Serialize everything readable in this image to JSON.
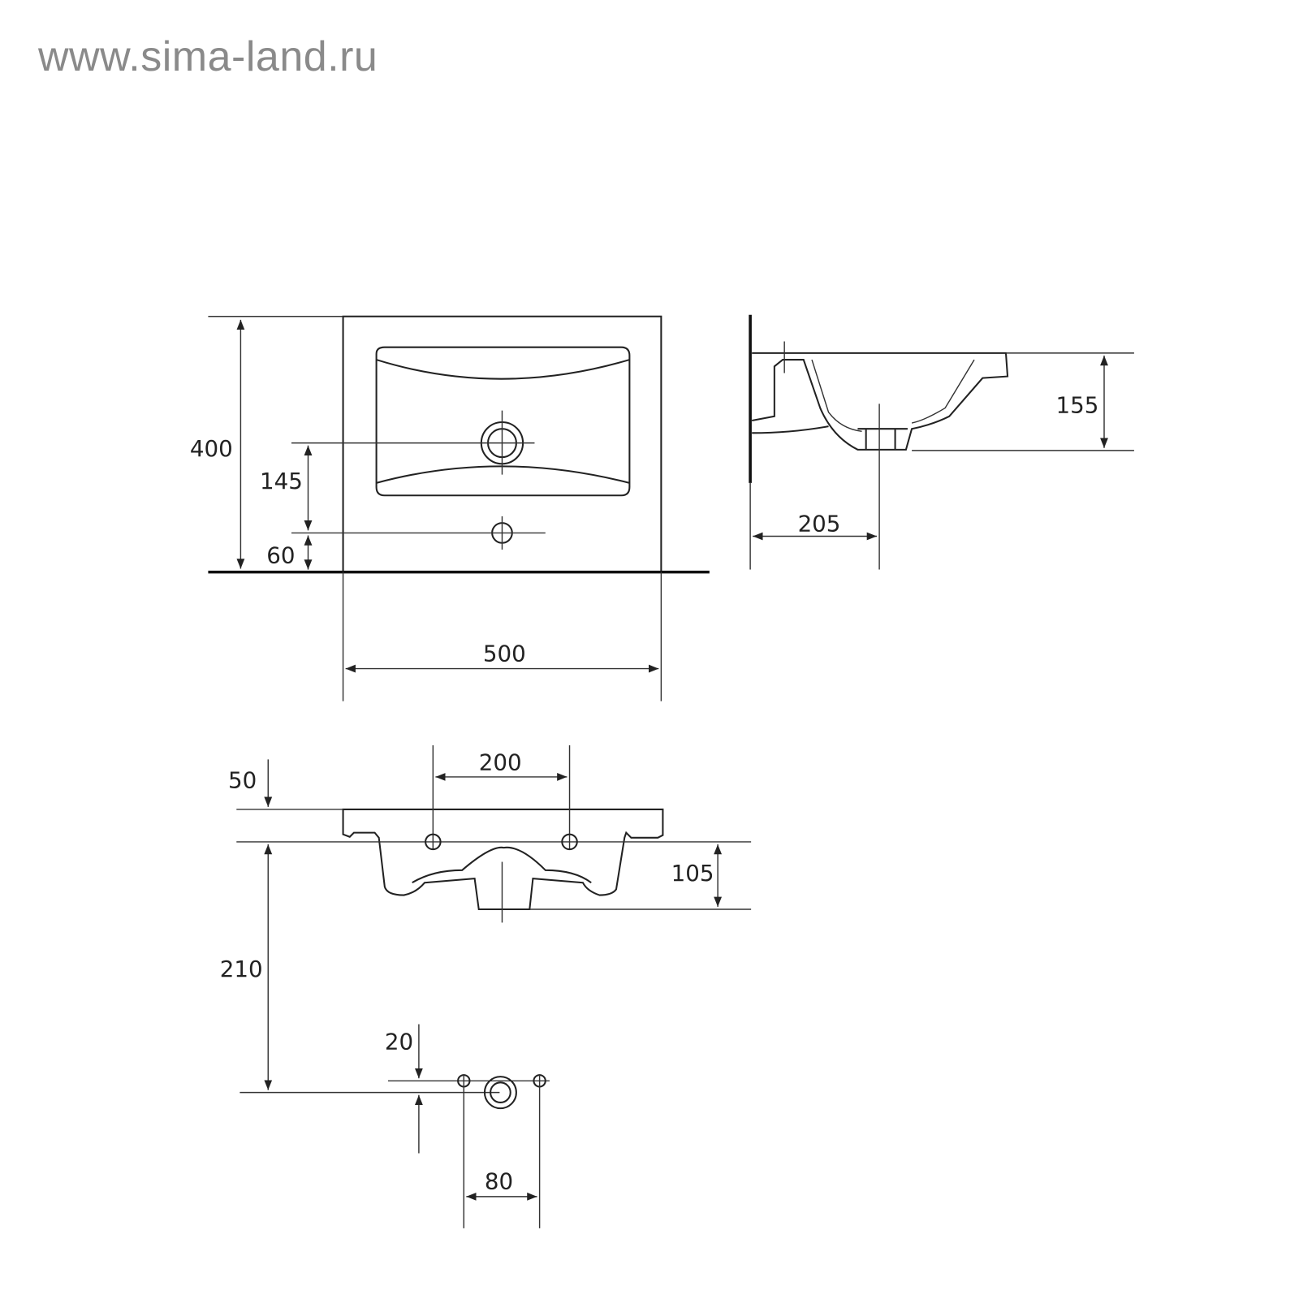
{
  "watermark": "www.sima-land.ru",
  "top_view": {
    "overall_depth": "400",
    "tap_hole_to_drain": "145",
    "drain_to_front": "60",
    "overall_width": "500"
  },
  "side_view": {
    "bowl_height": "155",
    "wall_to_drain": "205"
  },
  "front_view": {
    "bracket_spacing": "200",
    "rim_thickness": "50",
    "bowl_depth_below_rim": "105",
    "rim_to_outlet": "210",
    "outlet_offset": "20",
    "outlet_bolt_spacing": "80"
  }
}
